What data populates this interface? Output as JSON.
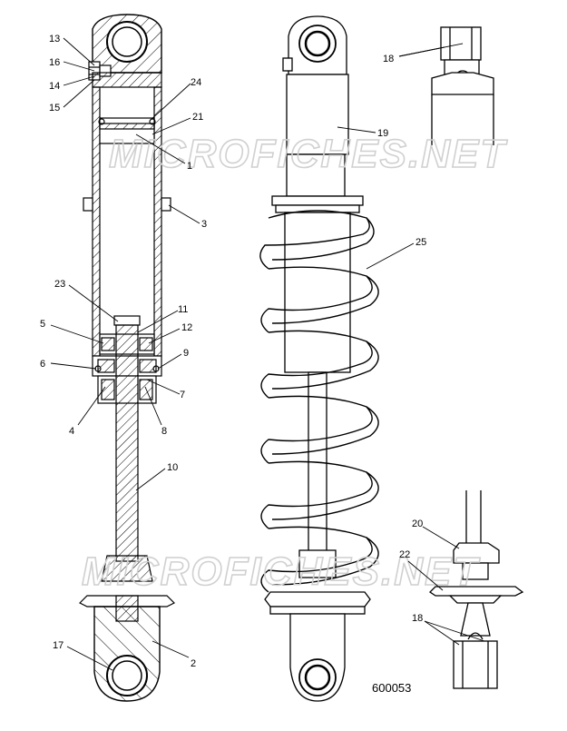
{
  "diagram": {
    "figure_id": "600053",
    "watermark": "MICROFICHES.NET",
    "callouts": [
      {
        "id": "c13",
        "text": "13"
      },
      {
        "id": "c16",
        "text": "16"
      },
      {
        "id": "c14",
        "text": "14"
      },
      {
        "id": "c15",
        "text": "15"
      },
      {
        "id": "c24",
        "text": "24"
      },
      {
        "id": "c21",
        "text": "21"
      },
      {
        "id": "c1",
        "text": "1"
      },
      {
        "id": "c3",
        "text": "3"
      },
      {
        "id": "c23",
        "text": "23"
      },
      {
        "id": "c11",
        "text": "11"
      },
      {
        "id": "c5",
        "text": "5"
      },
      {
        "id": "c12",
        "text": "12"
      },
      {
        "id": "c9",
        "text": "9"
      },
      {
        "id": "c6",
        "text": "6"
      },
      {
        "id": "c7",
        "text": "7"
      },
      {
        "id": "c4",
        "text": "4"
      },
      {
        "id": "c8",
        "text": "8"
      },
      {
        "id": "c10",
        "text": "10"
      },
      {
        "id": "c17",
        "text": "17"
      },
      {
        "id": "c2",
        "text": "2"
      },
      {
        "id": "c19",
        "text": "19"
      },
      {
        "id": "c25",
        "text": "25"
      },
      {
        "id": "c18a",
        "text": "18"
      },
      {
        "id": "c20",
        "text": "20"
      },
      {
        "id": "c22",
        "text": "22"
      },
      {
        "id": "c18b",
        "text": "18"
      }
    ]
  }
}
